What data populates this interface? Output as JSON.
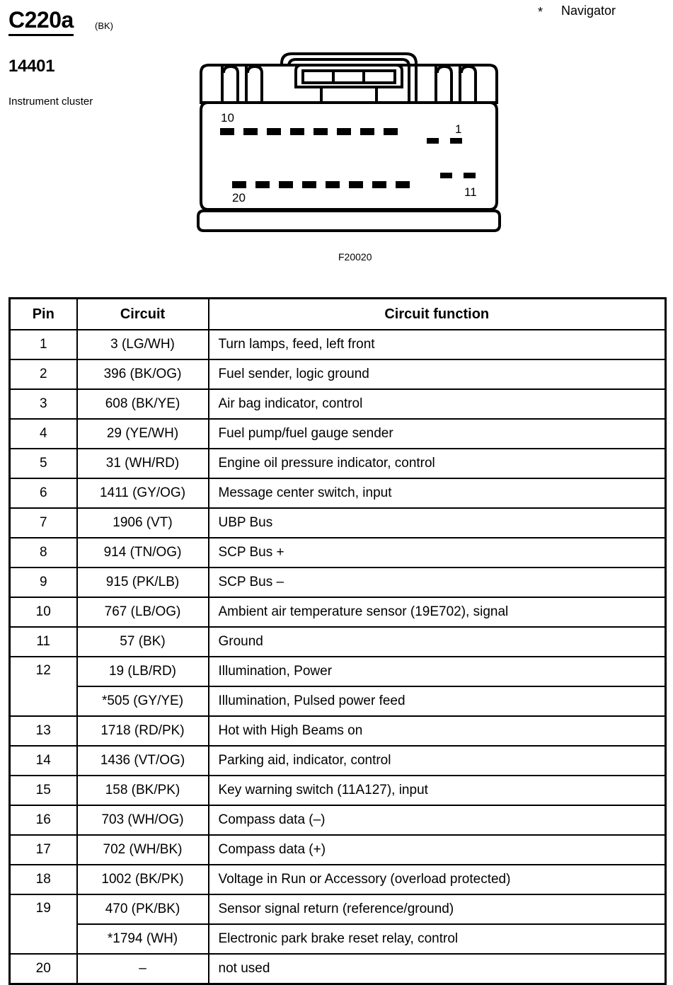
{
  "header": {
    "connector_id": "C220a",
    "connector_color": "(BK)",
    "part_number": "14401",
    "component_name": "Instrument cluster",
    "vehicle_note_asterisk": "*",
    "vehicle_note_name": "Navigator",
    "figure_id": "F20020"
  },
  "connector": {
    "top_left_label": "10",
    "top_right_label": "1",
    "bottom_left_label": "20",
    "bottom_right_label": "11",
    "top_row_large_pins": 8,
    "top_row_small_pins": 2,
    "bottom_row_large_pins": 8,
    "bottom_row_small_pins": 2
  },
  "table": {
    "columns": [
      "Pin",
      "Circuit",
      "Circuit function"
    ],
    "rows": [
      {
        "pin": "1",
        "circuit": "3 (LG/WH)",
        "function": "Turn lamps, feed, left front"
      },
      {
        "pin": "2",
        "circuit": "396 (BK/OG)",
        "function": "Fuel sender, logic ground"
      },
      {
        "pin": "3",
        "circuit": "608 (BK/YE)",
        "function": "Air bag indicator, control"
      },
      {
        "pin": "4",
        "circuit": "29 (YE/WH)",
        "function": "Fuel pump/fuel gauge sender"
      },
      {
        "pin": "5",
        "circuit": "31 (WH/RD)",
        "function": "Engine oil pressure indicator, control"
      },
      {
        "pin": "6",
        "circuit": "1411 (GY/OG)",
        "function": "Message center switch, input"
      },
      {
        "pin": "7",
        "circuit": "1906 (VT)",
        "function": "UBP Bus"
      },
      {
        "pin": "8",
        "circuit": "914 (TN/OG)",
        "function": "SCP Bus +"
      },
      {
        "pin": "9",
        "circuit": "915 (PK/LB)",
        "function": "SCP Bus –"
      },
      {
        "pin": "10",
        "circuit": "767 (LB/OG)",
        "function": "Ambient air temperature sensor (19E702), signal"
      },
      {
        "pin": "11",
        "circuit": "57 (BK)",
        "function": "Ground"
      },
      {
        "pin": "12",
        "circuit": "19 (LB/RD)",
        "function": "Illumination, Power",
        "rowspan": 2
      },
      {
        "pin": "",
        "circuit": "*505 (GY/YE)",
        "function": "Illumination, Pulsed power feed",
        "continued": true
      },
      {
        "pin": "13",
        "circuit": "1718 (RD/PK)",
        "function": "Hot with High Beams on"
      },
      {
        "pin": "14",
        "circuit": "1436 (VT/OG)",
        "function": "Parking aid, indicator, control"
      },
      {
        "pin": "15",
        "circuit": "158 (BK/PK)",
        "function": "Key warning switch (11A127), input"
      },
      {
        "pin": "16",
        "circuit": "703 (WH/OG)",
        "function": "Compass data (–)"
      },
      {
        "pin": "17",
        "circuit": "702 (WH/BK)",
        "function": "Compass data (+)"
      },
      {
        "pin": "18",
        "circuit": "1002 (BK/PK)",
        "function": "Voltage in Run or Accessory (overload protected)"
      },
      {
        "pin": "19",
        "circuit": "470 (PK/BK)",
        "function": "Sensor signal return (reference/ground)",
        "rowspan": 2
      },
      {
        "pin": "",
        "circuit": "*1794 (WH)",
        "function": "Electronic park brake reset relay, control",
        "continued": true
      },
      {
        "pin": "20",
        "circuit": "–",
        "function": "not used"
      }
    ]
  }
}
